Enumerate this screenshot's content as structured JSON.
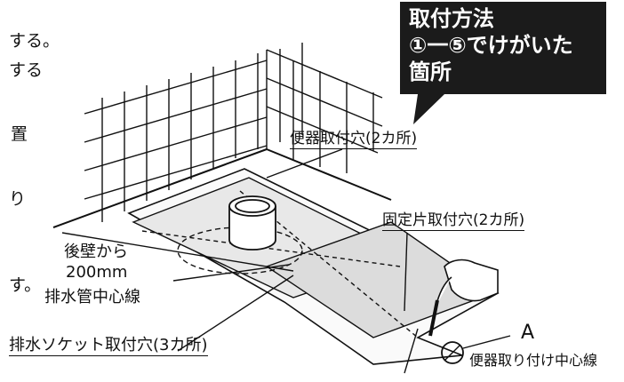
{
  "instruction_fragments": {
    "line1": "する。",
    "line2": "する",
    "line3": "置",
    "line4": "り",
    "line5": "す。"
  },
  "callout": {
    "line1": "取付方法",
    "line2": "①一⑤でけがいた",
    "line3": "箇所"
  },
  "labels": {
    "toilet_mount_holes": "便器取付穴(2カ所)",
    "fixing_piece_holes": "固定片取付穴(2カ所)",
    "back_wall_from": "後壁から",
    "distance": "200mm",
    "drain_pipe_center": "排水管中心線",
    "drain_socket_holes": "排水ソケット取付穴(3カ所)",
    "point_a": "A",
    "toilet_center_line": "便器取り付け中心線"
  },
  "colors": {
    "callout_bg": "#1b1b1b",
    "callout_text": "#ffffff",
    "line": "#111111"
  }
}
